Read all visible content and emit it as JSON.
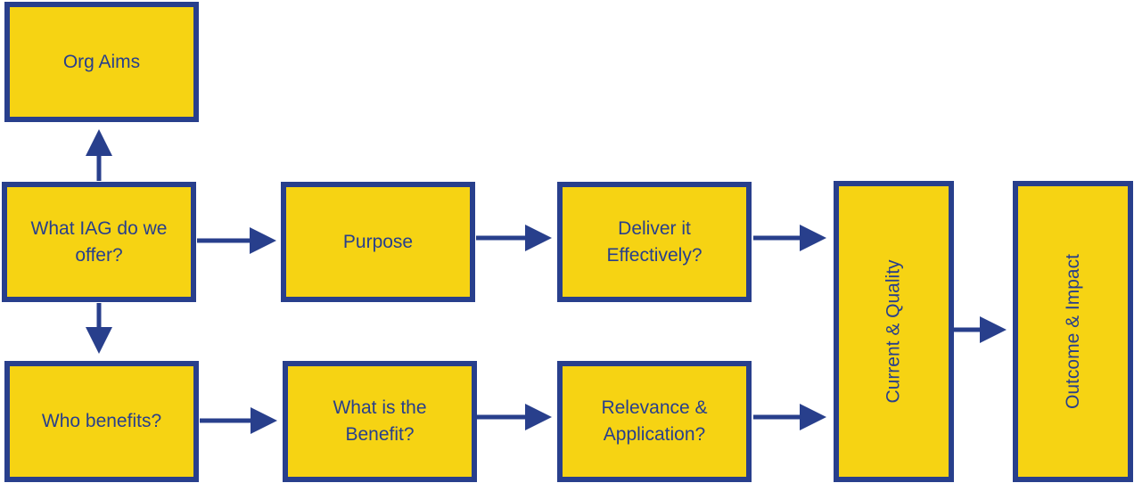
{
  "colors": {
    "box_fill": "#f6d313",
    "border": "#283f8c",
    "text": "#283f8c",
    "arrow": "#283f8c"
  },
  "nodes": {
    "org_aims": "Org Aims",
    "what_iag": "What IAG do we\noffer?",
    "purpose": "Purpose",
    "deliver": "Deliver it\nEffectively?",
    "who_benefits": "Who benefits?",
    "what_benefit": "What is the\nBenefit?",
    "relevance": "Relevance &\nApplication?",
    "current_quality": "Current & Quality",
    "outcome_impact": "Outcome & Impact"
  }
}
